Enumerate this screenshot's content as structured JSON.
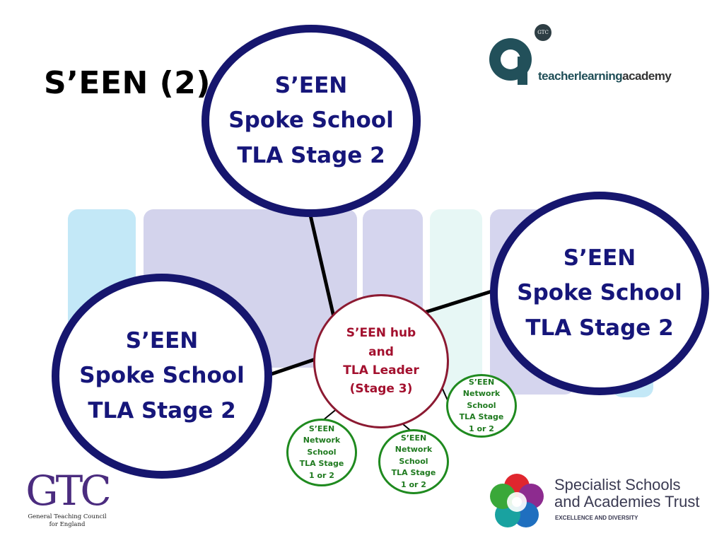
{
  "title": "S’EEN (2)",
  "spoke_top": {
    "line1": "S’EEN",
    "line2": "Spoke School",
    "line3": "TLA Stage 2"
  },
  "spoke_left": {
    "line1": "S’EEN",
    "line2": "Spoke School",
    "line3": "TLA Stage 2"
  },
  "spoke_right": {
    "line1": "S’EEN",
    "line2": "Spoke School",
    "line3": "TLA Stage 2"
  },
  "hub": {
    "line1": "S’EEN hub",
    "line2": "and",
    "line3": "TLA Leader",
    "line4": "(Stage 3)"
  },
  "network_left": {
    "line1": "S’EEN",
    "line2": "Network",
    "line3": "School",
    "line4": "TLA Stage",
    "line5": "1 or 2"
  },
  "network_mid": {
    "line1": "S’EEN",
    "line2": "Network",
    "line3": "School",
    "line4": "TLA Stage",
    "line5": "1 or 2"
  },
  "network_right": {
    "line1": "S’EEN",
    "line2": "Network",
    "line3": "School",
    "line4": "TLA Stage",
    "line5": "1 or 2"
  },
  "tla_logo": {
    "badge": "GTC",
    "word1": "teacherlearning",
    "word2": "academy"
  },
  "gtc_logo": {
    "mark": "GTC",
    "line1": "General Teaching Council",
    "line2": "for England"
  },
  "ssat_logo": {
    "line1": "Specialist Schools",
    "line2": "and Academies Trust",
    "tagline": "EXCELLENCE AND DIVERSITY"
  },
  "colors": {
    "spoke": "#16166e",
    "hub": "#8c1a32",
    "network": "#1f8a1f",
    "panel_blue": "#c5e9f7",
    "panel_lavender": "#d3d3ec",
    "panel_mint": "#e6f7f4"
  }
}
